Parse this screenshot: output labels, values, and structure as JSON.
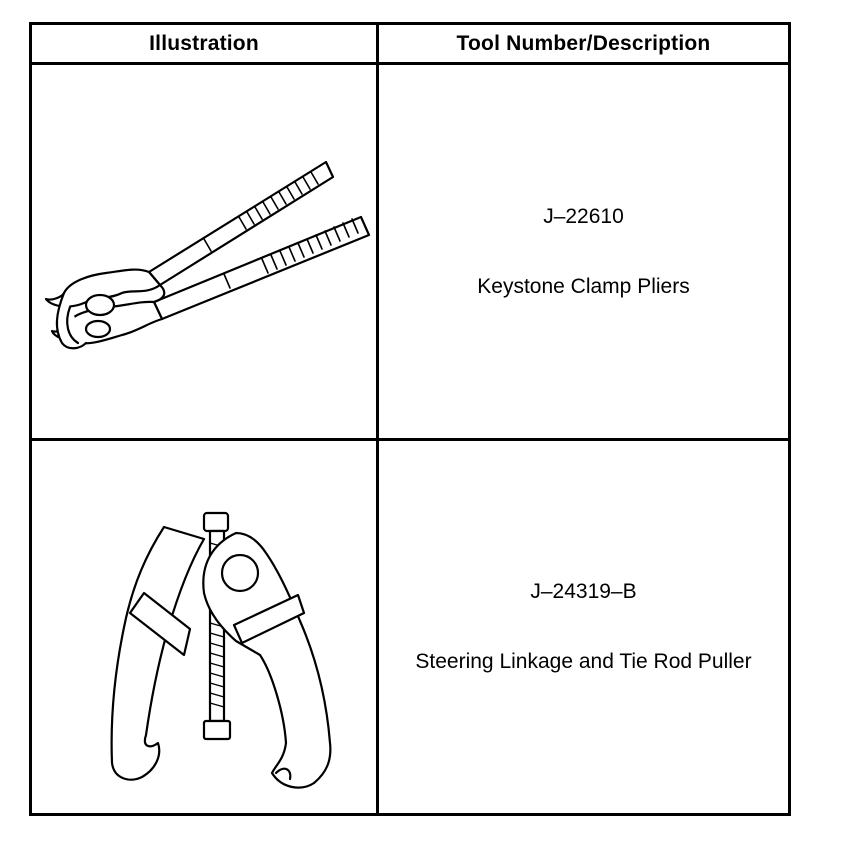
{
  "table": {
    "headers": {
      "illustration": "Illustration",
      "description": "Tool Number/Description"
    },
    "rows": [
      {
        "tool_number": "J–22610",
        "description": "Keystone Clamp Pliers",
        "icon": "keystone-clamp-pliers-icon"
      },
      {
        "tool_number": "J–24319–B",
        "description": "Steering Linkage and Tie Rod Puller",
        "icon": "tie-rod-puller-icon"
      }
    ]
  }
}
